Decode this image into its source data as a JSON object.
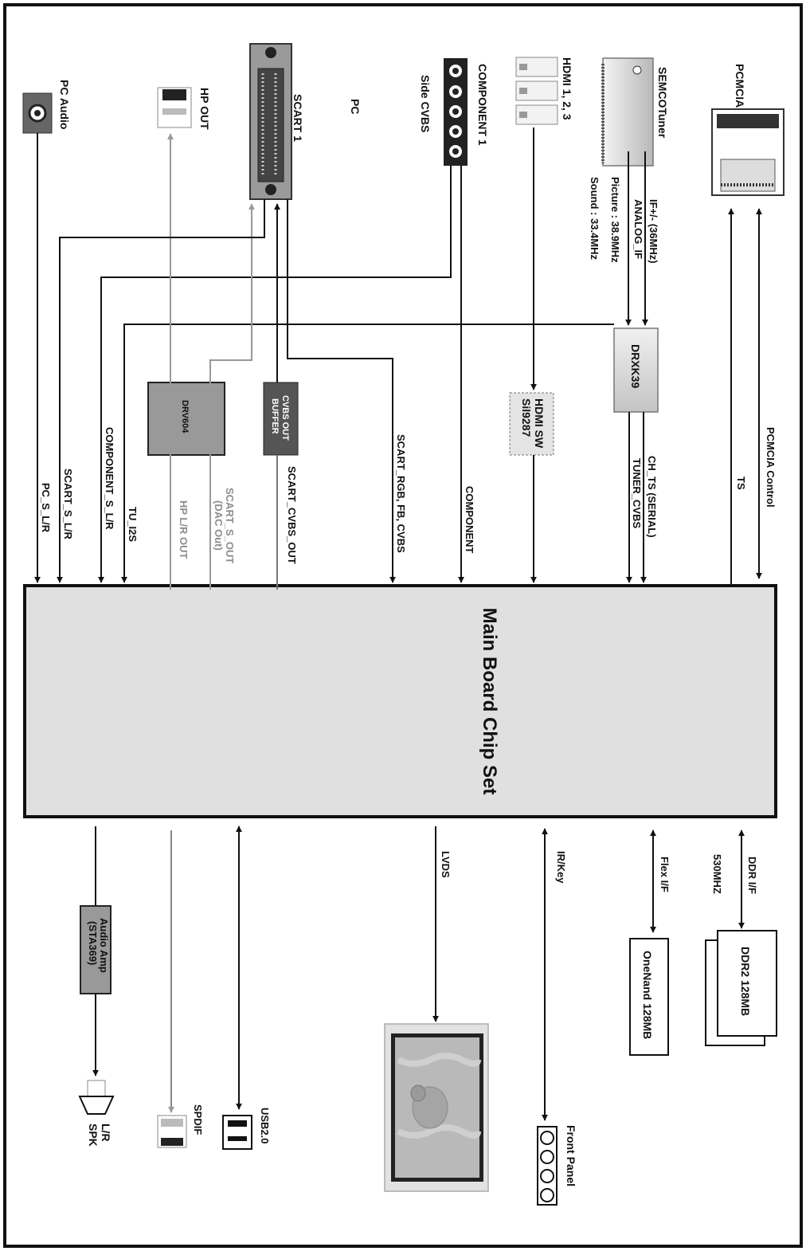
{
  "main": {
    "title": "Main Board Chip Set"
  },
  "inputs": {
    "pcmcia": "PCMCIA",
    "tuner": "SEMCOTuner",
    "hdmi": "HDMI 1, 2, 3",
    "component": "COMPONENT 1",
    "side_cvbs": "Side CVBS",
    "pc": "PC",
    "scart1": "SCART 1",
    "hp_out": "HP OUT",
    "pc_audio": "PC Audio"
  },
  "blocks": {
    "drxk39": "DRXK39",
    "hdmi_sw_line1": "HDMI SW",
    "hdmi_sw_line2": "Sil9287",
    "cvbs_buffer_line1": "CVBS OUT",
    "cvbs_buffer_line2": "BUFFER",
    "drv604": "DRV604",
    "ddr2": "DDR2 128MB",
    "onenand": "OneNand 128MB",
    "audio_amp_line1": "Audio Amp",
    "audio_amp_line2": "(STA369)"
  },
  "signals": {
    "if_line1": "IF+/- (36MHz)",
    "if_line2": "ANALOG_IF",
    "picture": "Picture : 38.9MHz",
    "sound": "Sound : 33.4MHz",
    "pcmcia_control": "PCMCIA Control",
    "ts": "TS",
    "ch_ts": "CH_TS (SERIAL)",
    "tuner_cvbs": "TUNER_CVBS",
    "component": "COMPONENT",
    "scart_rgb": "SCART_RGB, FB, CVBS",
    "scart_cvbs_out": "SCART_CVBS_OUT",
    "scart_s_out_line1": "SCART_S_OUT",
    "scart_s_out_line2": "(DAC Out)",
    "hp_lr_out": "HP L/R OUT",
    "tu_i2s": "TU_I2S",
    "component_s_lr": "COMPONENT_S_L/R",
    "scart_s_lr": "SCART_S_L/R",
    "pc_s_lr": "PC_S_L/R",
    "ddr_if": "DDR I/F",
    "mhz530": "530MHZ",
    "flex_if": "Flex I/F",
    "ir_key": "IR/Key",
    "lvds": "LVDS"
  },
  "outputs": {
    "front_panel": "Front Panel",
    "usb": "USB2.0",
    "spdif": "SPDIF",
    "lr": "L/R",
    "spk": "SPK"
  }
}
